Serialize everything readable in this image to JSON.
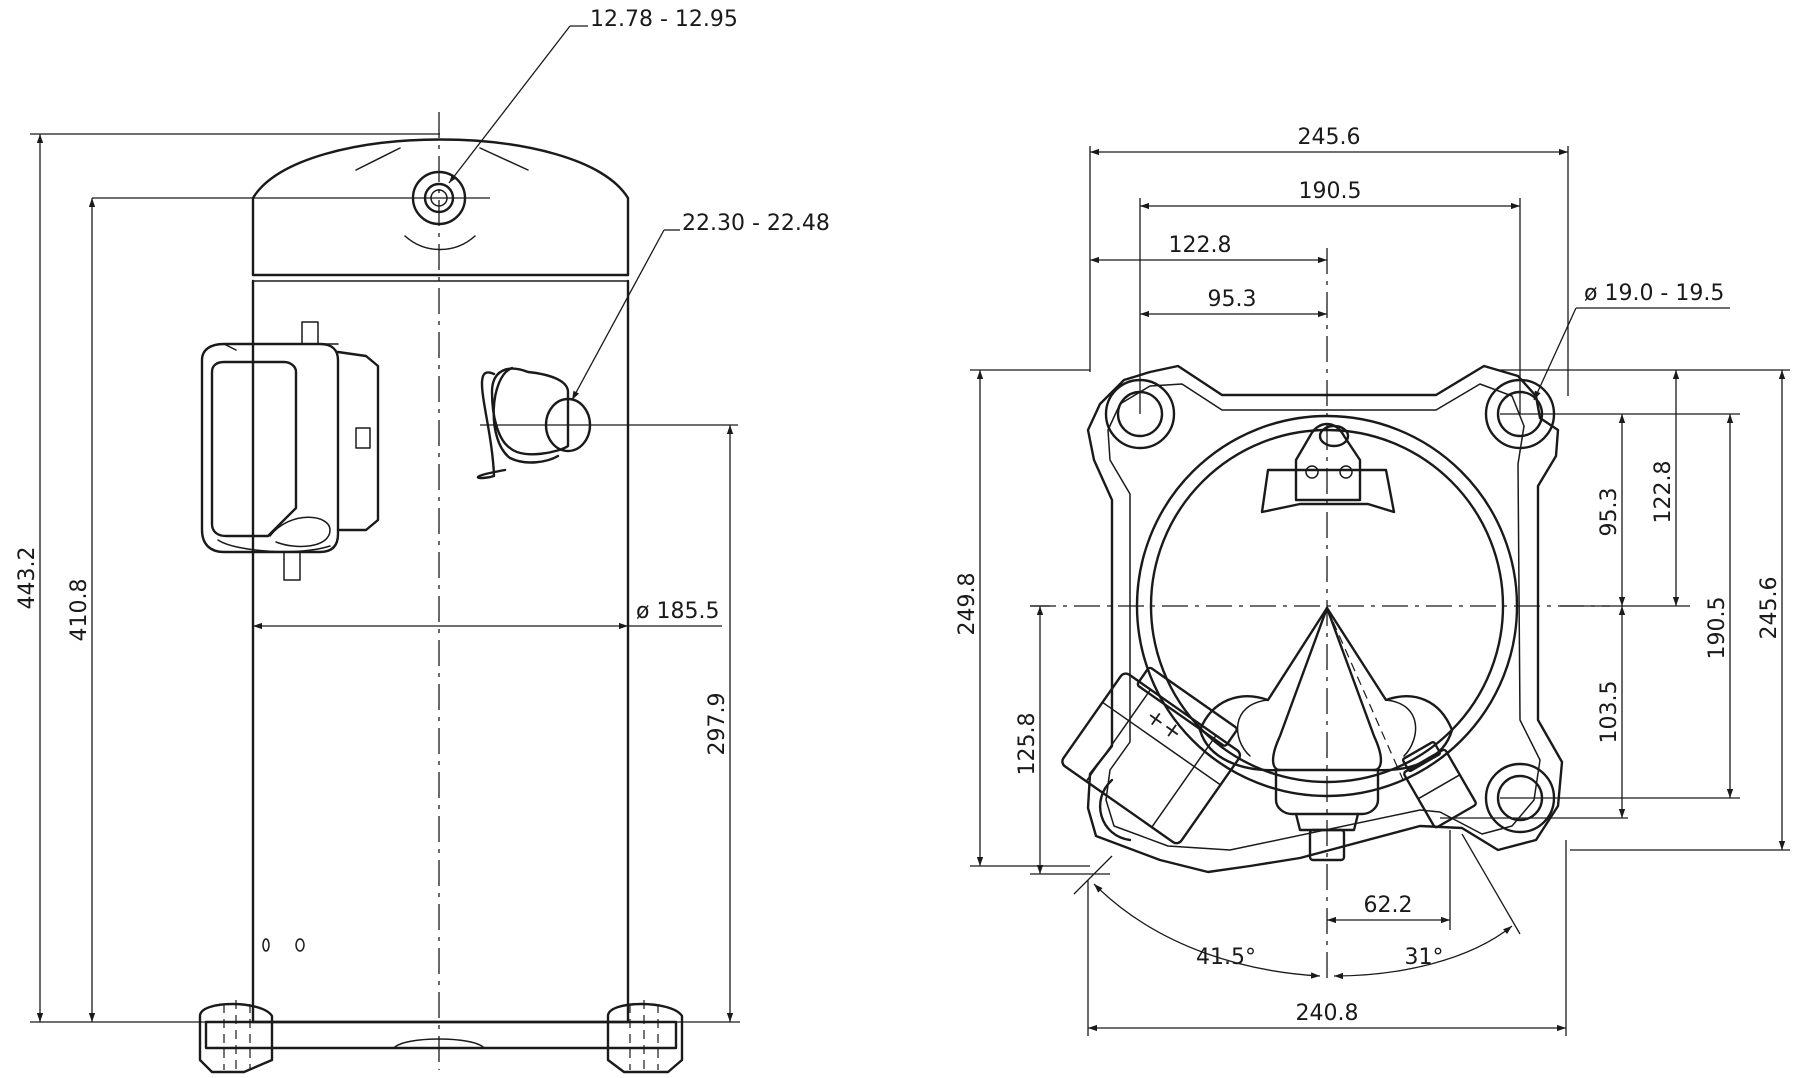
{
  "side_view": {
    "dimensions": {
      "overall_height": "443.2",
      "rotalock_height": "410.8",
      "suction_height": "297.9",
      "shell_diameter": "ø 185.5",
      "discharge_connection": "12.78 - 12.95",
      "suction_connection": "22.30 - 22.48"
    }
  },
  "base_view": {
    "dimensions": {
      "overall_width": "245.6",
      "hole_spacing_x": "190.5",
      "half_width_x": "122.8",
      "half_hole_x": "95.3",
      "hole_diameter": "ø 19.0 - 19.5",
      "overall_depth_left": "249.8",
      "lower_depth": "125.8",
      "overall_depth_right": "245.6",
      "hole_spacing_y": "190.5",
      "half_depth_y": "122.8",
      "upper_hole_y": "95.3",
      "lower_hole_y": "103.5",
      "terminal_offset": "62.2",
      "base_width": "240.8",
      "angle_left": "41.5°",
      "angle_right": "31°"
    }
  },
  "colors": {
    "line": "#1a1a1a",
    "background": "#ffffff"
  }
}
